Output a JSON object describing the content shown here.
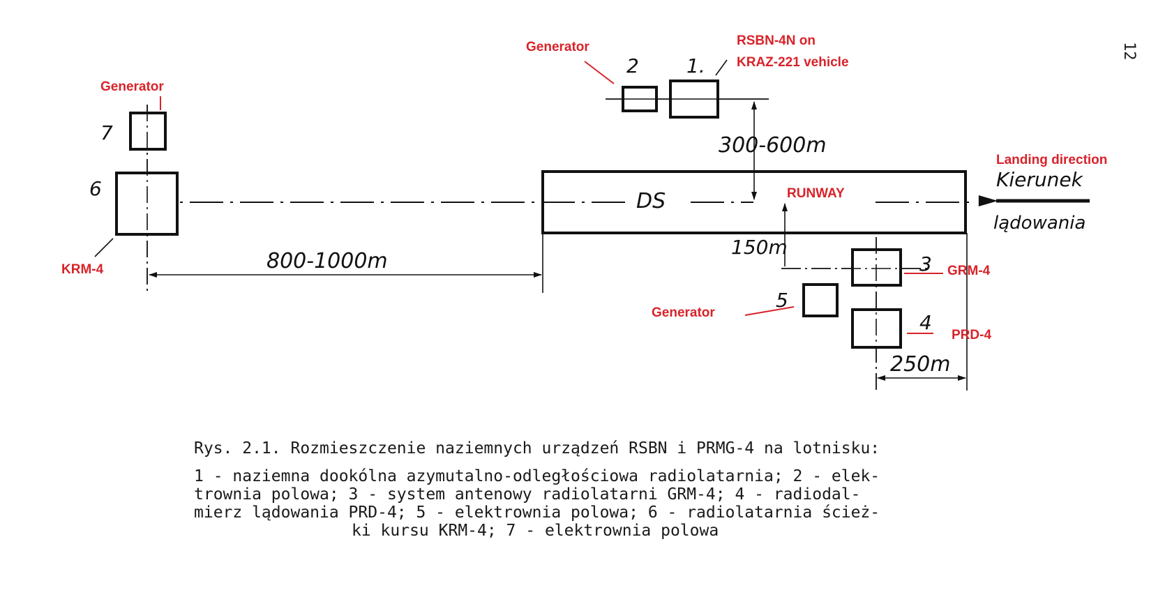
{
  "page_number": "12",
  "labels": {
    "n1": "1.",
    "n2": "2",
    "n3": "3",
    "n4": "4",
    "n5": "5",
    "n6": "6",
    "n7": "7",
    "ds": "DS",
    "dim_300_600": "300-600m",
    "dim_150": "150m",
    "dim_800_1000": "800-1000m",
    "dim_250": "250m",
    "kierunek": "Kierunek",
    "ladowania": "lądowania"
  },
  "annotations": {
    "generator_top": "Generator",
    "rsbn_line1": "RSBN-4N on",
    "rsbn_line2": "KRAZ-221 vehicle",
    "generator_left": "Generator",
    "krm4": "KRM-4",
    "landing_direction": "Landing direction",
    "runway": "RUNWAY",
    "grm4": "GRM-4",
    "generator_bottom": "Generator",
    "prd4": "PRD-4"
  },
  "caption": {
    "title": "Rys. 2.1. Rozmieszczenie naziemnych urządzeń RSBN i PRMG-4 na lotnisku:",
    "line1": "1 - naziemna dookólna azymutalno-odległościowa radiolatarnia;  2 - elek-",
    "line2": "trownia polowa;   3 - system antenowy radiolatarni GRM-4;  4 - radiodal-",
    "line3": "mierz lądowania PRD-4;  5 - elektrownia polowa;  6 - radiolatarnia ścież-",
    "line4": "ki kursu KRM-4;  7 - elektrownia polowa"
  },
  "colors": {
    "annotation": "#d8232a",
    "ink": "#111111"
  }
}
